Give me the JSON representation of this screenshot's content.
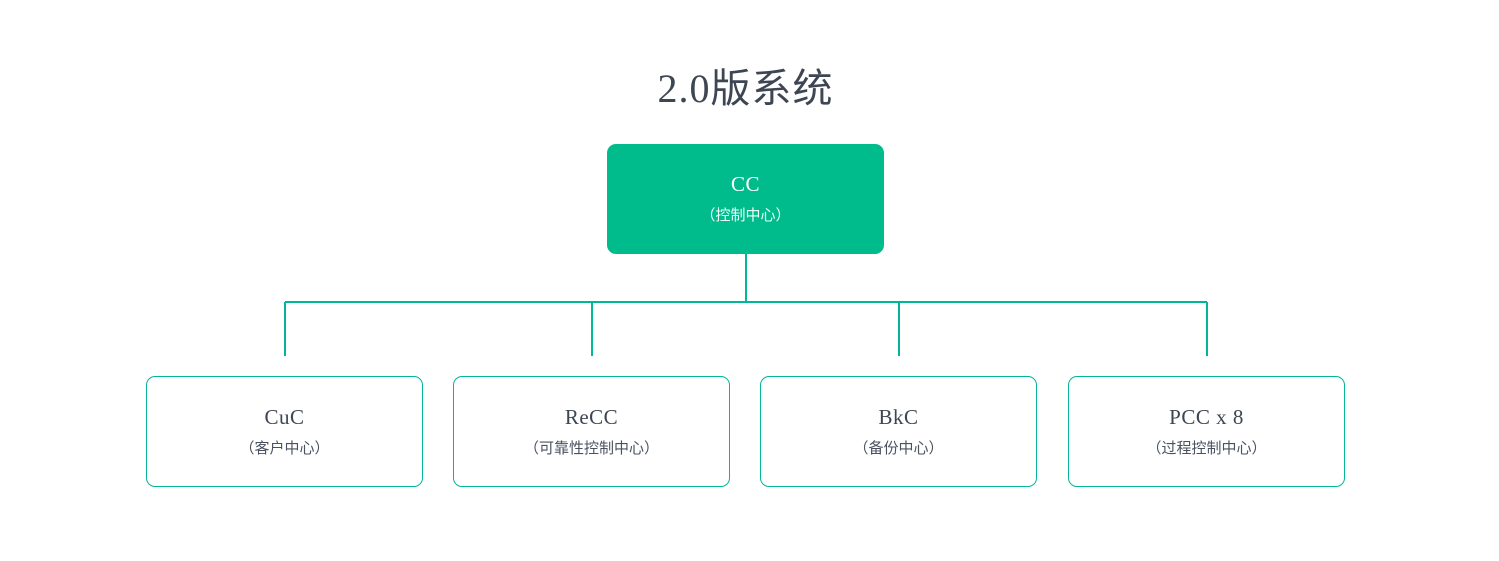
{
  "diagram": {
    "title": "2.0版系统",
    "type": "org-tree",
    "accent_color": "#00bc8c",
    "border_color": "#00b896",
    "text_color": "#3d4652",
    "background_color": "#ffffff",
    "root": {
      "code": "CC",
      "description": "（控制中心）"
    },
    "children": [
      {
        "code": "CuC",
        "description": "（客户中心）"
      },
      {
        "code": "ReCC",
        "description": "（可靠性控制中心）"
      },
      {
        "code": "BkC",
        "description": "（备份中心）"
      },
      {
        "code": "PCC x 8",
        "description": "（过程控制中心）"
      }
    ]
  }
}
